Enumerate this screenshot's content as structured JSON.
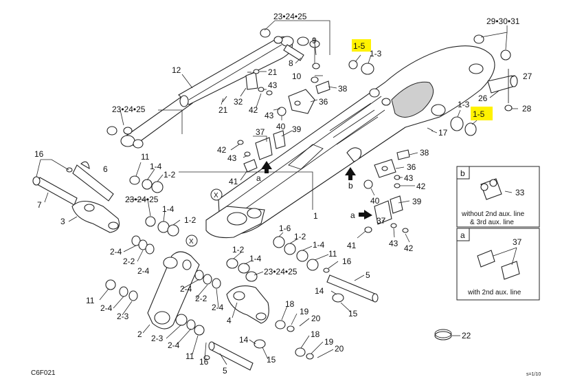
{
  "figure_code": "C6F021",
  "scale_note": "s=1/10",
  "highlight_color": "#fff200",
  "callouts": {
    "c23_24_25_top": "23•24•25",
    "c29_30_31": "29•30•31",
    "c9": "9",
    "c8": "8",
    "c10": "10",
    "c38_top": "38",
    "c1_5_top": "1-5",
    "c1_3_top": "1-3",
    "c12": "12",
    "c21_a": "21",
    "c43_a": "43",
    "c21_b": "21",
    "c32": "32",
    "c42_a": "42",
    "c36_top": "36",
    "c43_b": "43",
    "c40_top": "40",
    "c23_24_25_left": "23•24•25",
    "c27": "27",
    "c26": "26",
    "c28": "28",
    "c1_3_right": "1-3",
    "c1_5_right": "1-5",
    "c17": "17",
    "c37_top": "37",
    "c39_top": "39",
    "c42_b": "42",
    "c43_c": "43",
    "c41_a": "41",
    "c38_mid": "38",
    "c36_mid": "36",
    "c43_d": "43",
    "c42_c": "42",
    "c40_mid": "40",
    "c39_mid": "39",
    "c16_a": "16",
    "c11_a": "11",
    "c6": "6",
    "c1_4_a": "1-4",
    "c1_2_a": "1-2",
    "c7": "7",
    "c23_24_25_mid": "23•24•25",
    "c1_4_b": "1-4",
    "c1_2_b": "1-2",
    "c3": "3",
    "c1": "1",
    "c1_6": "1-6",
    "c1_2_c": "1-2",
    "c1_4_c": "1-4",
    "c1_2_d": "1-2",
    "c1_4_d": "1-4",
    "c23_24_25_low": "23•24•25",
    "c11_b": "11",
    "c16_b": "16",
    "c5_a": "5",
    "c2_4_a": "2-4",
    "c2_2_a": "2-2",
    "c2_4_b": "2-4",
    "c2_4_c": "2-4",
    "c2_2_b": "2-2",
    "c2_4_d": "2-4",
    "c11_c": "11",
    "c2_4_e": "2-4",
    "c2_3_a": "2-3",
    "c4": "4",
    "c18_a": "18",
    "c19_a": "19",
    "c20_a": "20",
    "c14_a": "14",
    "c15_a": "15",
    "c2": "2",
    "c2_3_b": "2-3",
    "c2_4_f": "2-4",
    "c11_d": "11",
    "c16_c": "16",
    "c18_b": "18",
    "c19_b": "19",
    "c20_b": "20",
    "c14_b": "14",
    "c15_b": "15",
    "c5_b": "5",
    "c22": "22",
    "c37_low": "37",
    "c41_b": "41",
    "c43_e": "43",
    "c42_d": "42",
    "arrow_a_left": "a",
    "arrow_b": "b",
    "arrow_a_right": "a",
    "marker_x": "X"
  },
  "inset_b": {
    "letter": "b",
    "part": "33",
    "caption_line1": "without 2nd aux. line",
    "caption_line2": "& 3rd aux. line"
  },
  "inset_a": {
    "letter": "a",
    "part": "37",
    "caption": "with 2nd aux. line"
  }
}
